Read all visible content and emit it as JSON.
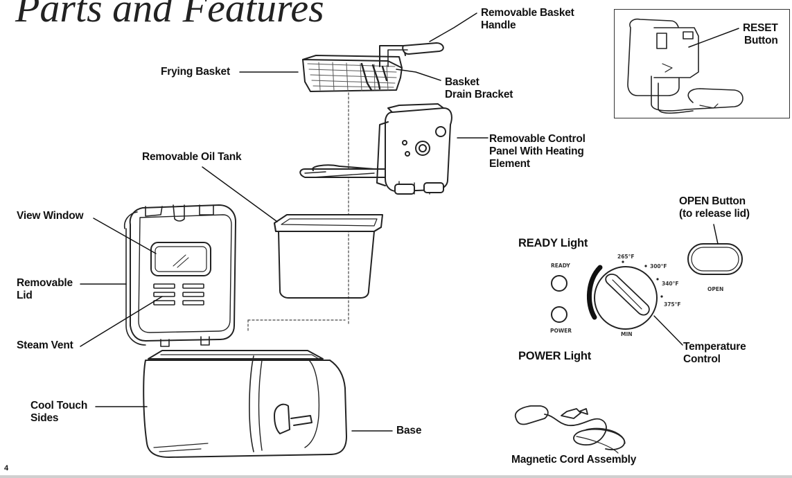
{
  "page": {
    "title": "Parts and Features",
    "page_number": "4"
  },
  "labels": {
    "basket_handle": [
      "Removable Basket",
      "Handle"
    ],
    "frying_basket": "Frying Basket",
    "drain_bracket": [
      "Basket",
      "Drain Bracket"
    ],
    "control_panel": [
      "Removable Control",
      "Panel With Heating",
      "Element"
    ],
    "oil_tank": "Removable Oil Tank",
    "view_window": "View Window",
    "removable_lid": [
      "Removable",
      "Lid"
    ],
    "steam_vent": "Steam Vent",
    "cool_touch": [
      "Cool Touch",
      "Sides"
    ],
    "base": "Base",
    "reset_button": [
      "RESET",
      "Button"
    ],
    "open_button": [
      "OPEN Button",
      "(to release lid)"
    ],
    "ready_light": "READY Light",
    "power_light": "POWER Light",
    "temperature_control": [
      "Temperature",
      "Control"
    ],
    "magnetic_cord": "Magnetic Cord Assembly"
  },
  "control_panel_markings": {
    "ready": "READY",
    "power": "POWER",
    "open": "OPEN",
    "min": "MIN",
    "temps": [
      "265°F",
      "300°F",
      "340°F",
      "375°F"
    ]
  }
}
